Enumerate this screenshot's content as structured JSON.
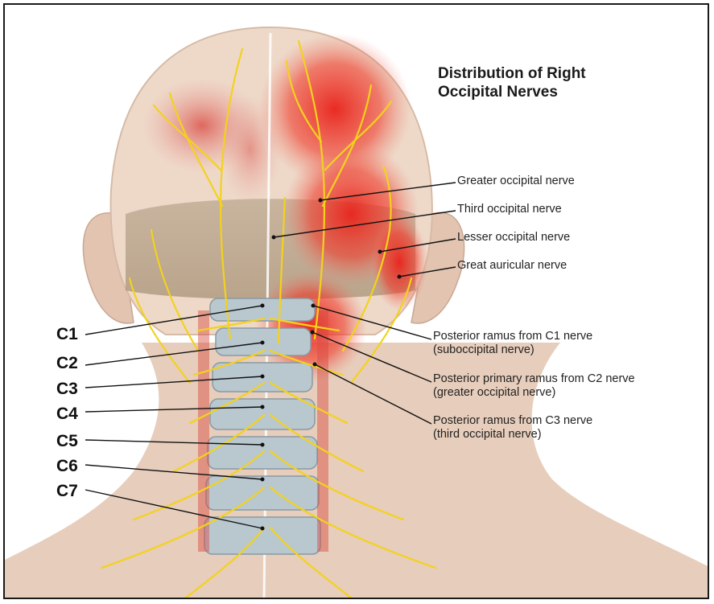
{
  "title_line1": "Distribution of Right",
  "title_line2": "Occipital Nerves",
  "labels": {
    "greater_occipital": "Greater occipital nerve",
    "third_occipital": "Third occipital nerve",
    "lesser_occipital": "Lesser occipital nerve",
    "great_auricular": "Great auricular nerve",
    "c1_ramus_line1": "Posterior ramus from C1 nerve",
    "c1_ramus_line2": "(suboccipital nerve)",
    "c2_ramus_line1": "Posterior primary ramus from C2 nerve",
    "c2_ramus_line2": "(greater occipital nerve)",
    "c3_ramus_line1": "Posterior ramus from C3 nerve",
    "c3_ramus_line2": "(third occipital nerve)"
  },
  "levels": [
    "C1",
    "C2",
    "C3",
    "C4",
    "C5",
    "C6",
    "C7"
  ],
  "colors": {
    "skin": "#eed9c9",
    "nerve": "#f3d21c",
    "pain_red": "#e8221b",
    "bone": "#b9c7cf",
    "line": "#111111"
  }
}
